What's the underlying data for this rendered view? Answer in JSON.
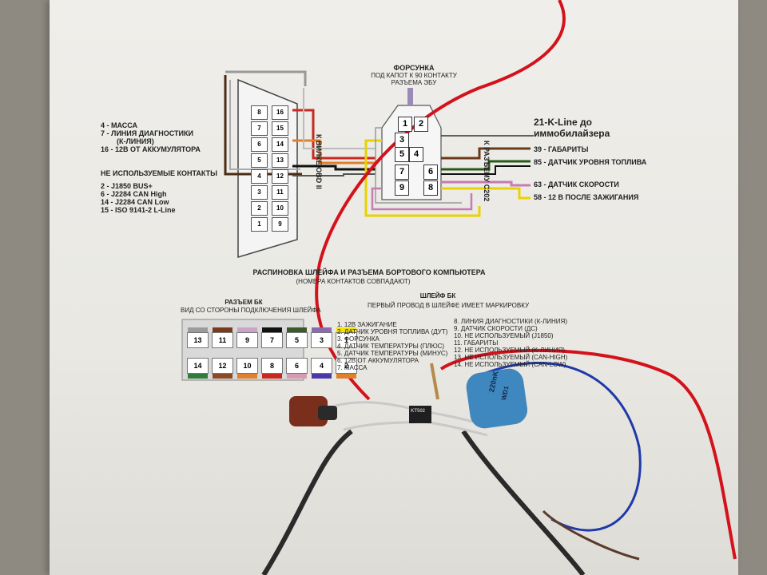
{
  "sheet": {
    "left_labels": {
      "group1": [
        "4 - МАССА",
        "7 - ЛИНИЯ ДИАГНОСТИКИ",
        "(К-ЛИНИЯ)",
        "16 - 12В ОТ АККУМУЛЯТОРА"
      ],
      "group2_title": "НЕ ИСПОЛЬЗУЕМЫЕ КОНТАКТЫ",
      "group2": [
        "2 - J1850 BUS+",
        "6 - J2284 CAN High",
        "14 - J2284 CAN Low",
        "15 - ISO 9141-2 L-Line"
      ]
    },
    "obd_pins_top": [
      "16",
      "15",
      "14",
      "13",
      "12",
      "11",
      "10",
      "9"
    ],
    "obd_pins_bottom": [
      "8",
      "7",
      "6",
      "5",
      "4",
      "3",
      "2",
      "1"
    ],
    "obd_label": "К ВИЛКЕ OBD II",
    "c202_label": "К РАЗЪЕМУ С202",
    "forsunka": {
      "title": "ФОРСУНКА",
      "line1": "ПОД КАПОТ К  90  КОНТАКТУ",
      "line2": "РАЗЪЕМА ЭБУ"
    },
    "conn9": [
      "1",
      "2",
      "3",
      "4",
      "5",
      "6",
      "7",
      "8",
      "9"
    ],
    "right_labels": [
      "21-K-Line до",
      "иммобилайзера",
      "39 - ГАБАРИТЫ",
      "85 - ДАТЧИК УРОВНЯ ТОПЛИВА",
      "63 - ДАТЧИК СКОРОСТИ",
      "58 - 12 В ПОСЛЕ ЗАЖИГАНИЯ"
    ],
    "main_title": "РАСПИНОВКА ШЛЕЙФА И РАЗЪЕМА БОРТОВОГО КОМПЬЮТЕРА",
    "main_subtitle": "(НОМЕРА КОНТАКТОВ СОВПАДАЮТ)",
    "bk": {
      "title": "РАЗЪЕМ БК",
      "subtitle": "ВИД СО СТОРОНЫ ПОДКЛЮЧЕНИЯ ШЛЕЙФА",
      "top_row": [
        "13",
        "11",
        "9",
        "7",
        "5",
        "3",
        "1"
      ],
      "bottom_row": [
        "14",
        "12",
        "10",
        "8",
        "6",
        "4",
        "2"
      ],
      "top_marks": [
        "#9b9b9b",
        "#7a3b1a",
        "#c9a4c8",
        "#111111",
        "#3a5a2a",
        "#8a6ab0",
        "#f2e400"
      ],
      "bottom_marks": [
        "#2f7d3a",
        "#8a4a24",
        "#e07f2c",
        "#c8281f",
        "#d79ab5",
        "#4a3aa8",
        "#e07f2c"
      ]
    },
    "shleif": {
      "title": "ШЛЕЙФ БК",
      "subtitle": "ПЕРВЫЙ ПРОВОД В ШЛЕЙФЕ ИМЕЕТ МАРКИРОВКУ"
    },
    "pin_list_left": [
      "1. 12В ЗАЖИГАНИЕ",
      "2. ДАТЧИК УРОВНЯ ТОПЛИВА (ДУТ)",
      "3. ФОРСУНКА",
      "4. ДАТЧИК ТЕМПЕРАТУРЫ (ПЛЮС)",
      "5. ДАТЧИК ТЕМПЕРАТУРЫ (МИНУС)",
      "6. 12В ОТ АККУМУЛЯТОРА",
      "7. МАССА"
    ],
    "pin_list_right": [
      "8. ЛИНИЯ ДИАГНОСТИКИ (К-ЛИНИЯ)",
      "9. ДАТЧИК СКОРОСТИ (ДС)",
      "10. НЕ ИСПОЛЬЗУЕМЫЙ (J1850)",
      "11. ГАБАРИТЫ",
      "12. НЕ ИСПОЛЬЗУЕМЫЙ (K-ЛИНИЯ)",
      "13. НЕ ИСПОЛЬЗУЕМЫЙ (CAN-HIGH)",
      "14. НЕ ИСПОЛЬЗУЕМЫЙ (CAN-LOW)"
    ],
    "capacitor_blue_label": "220nK",
    "capacitor_blue_label2": "WD1",
    "transistor_label": "KT502"
  },
  "colors": {
    "red_wire": "#d3121b",
    "blue_wire": "#1f3aa8",
    "black_wire": "#2a2a2a",
    "capacitor_brown": "#7a2e1c",
    "capacitor_blue": "#3f87bf"
  }
}
